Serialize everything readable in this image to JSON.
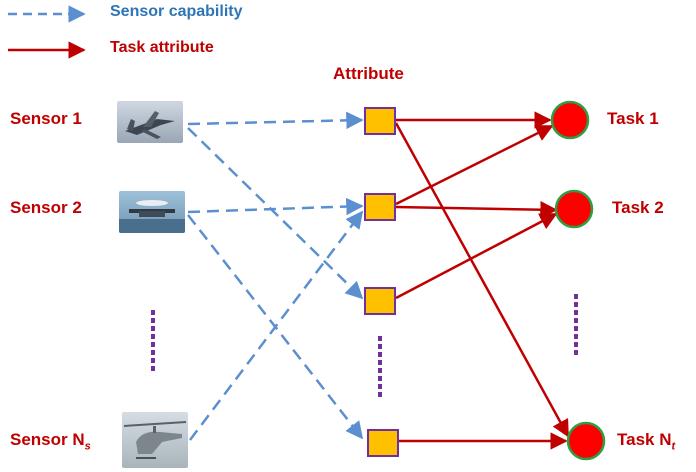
{
  "legend": {
    "capability": "Sensor capability",
    "attribute": "Task attribute"
  },
  "attribute_title": "Attribute",
  "sensors": [
    {
      "label": "Sensor 1",
      "sub": ""
    },
    {
      "label": "Sensor 2",
      "sub": ""
    },
    {
      "label": "Sensor N",
      "sub": "s"
    }
  ],
  "tasks": [
    {
      "label": "Task 1",
      "sub": ""
    },
    {
      "label": "Task 2",
      "sub": ""
    },
    {
      "label": "Task N",
      "sub": "t"
    }
  ],
  "colors": {
    "capability_line": "#5b8fd0",
    "task_line": "#c00000",
    "attribute_fill": "#ffc000",
    "attribute_border": "#7030a0",
    "task_fill": "#ff0000",
    "task_border": "#2e9e44",
    "ellipsis": "#7030a0"
  },
  "icons": [
    "jet-aircraft-icon",
    "awacs-aircraft-icon",
    "helicopter-icon"
  ]
}
